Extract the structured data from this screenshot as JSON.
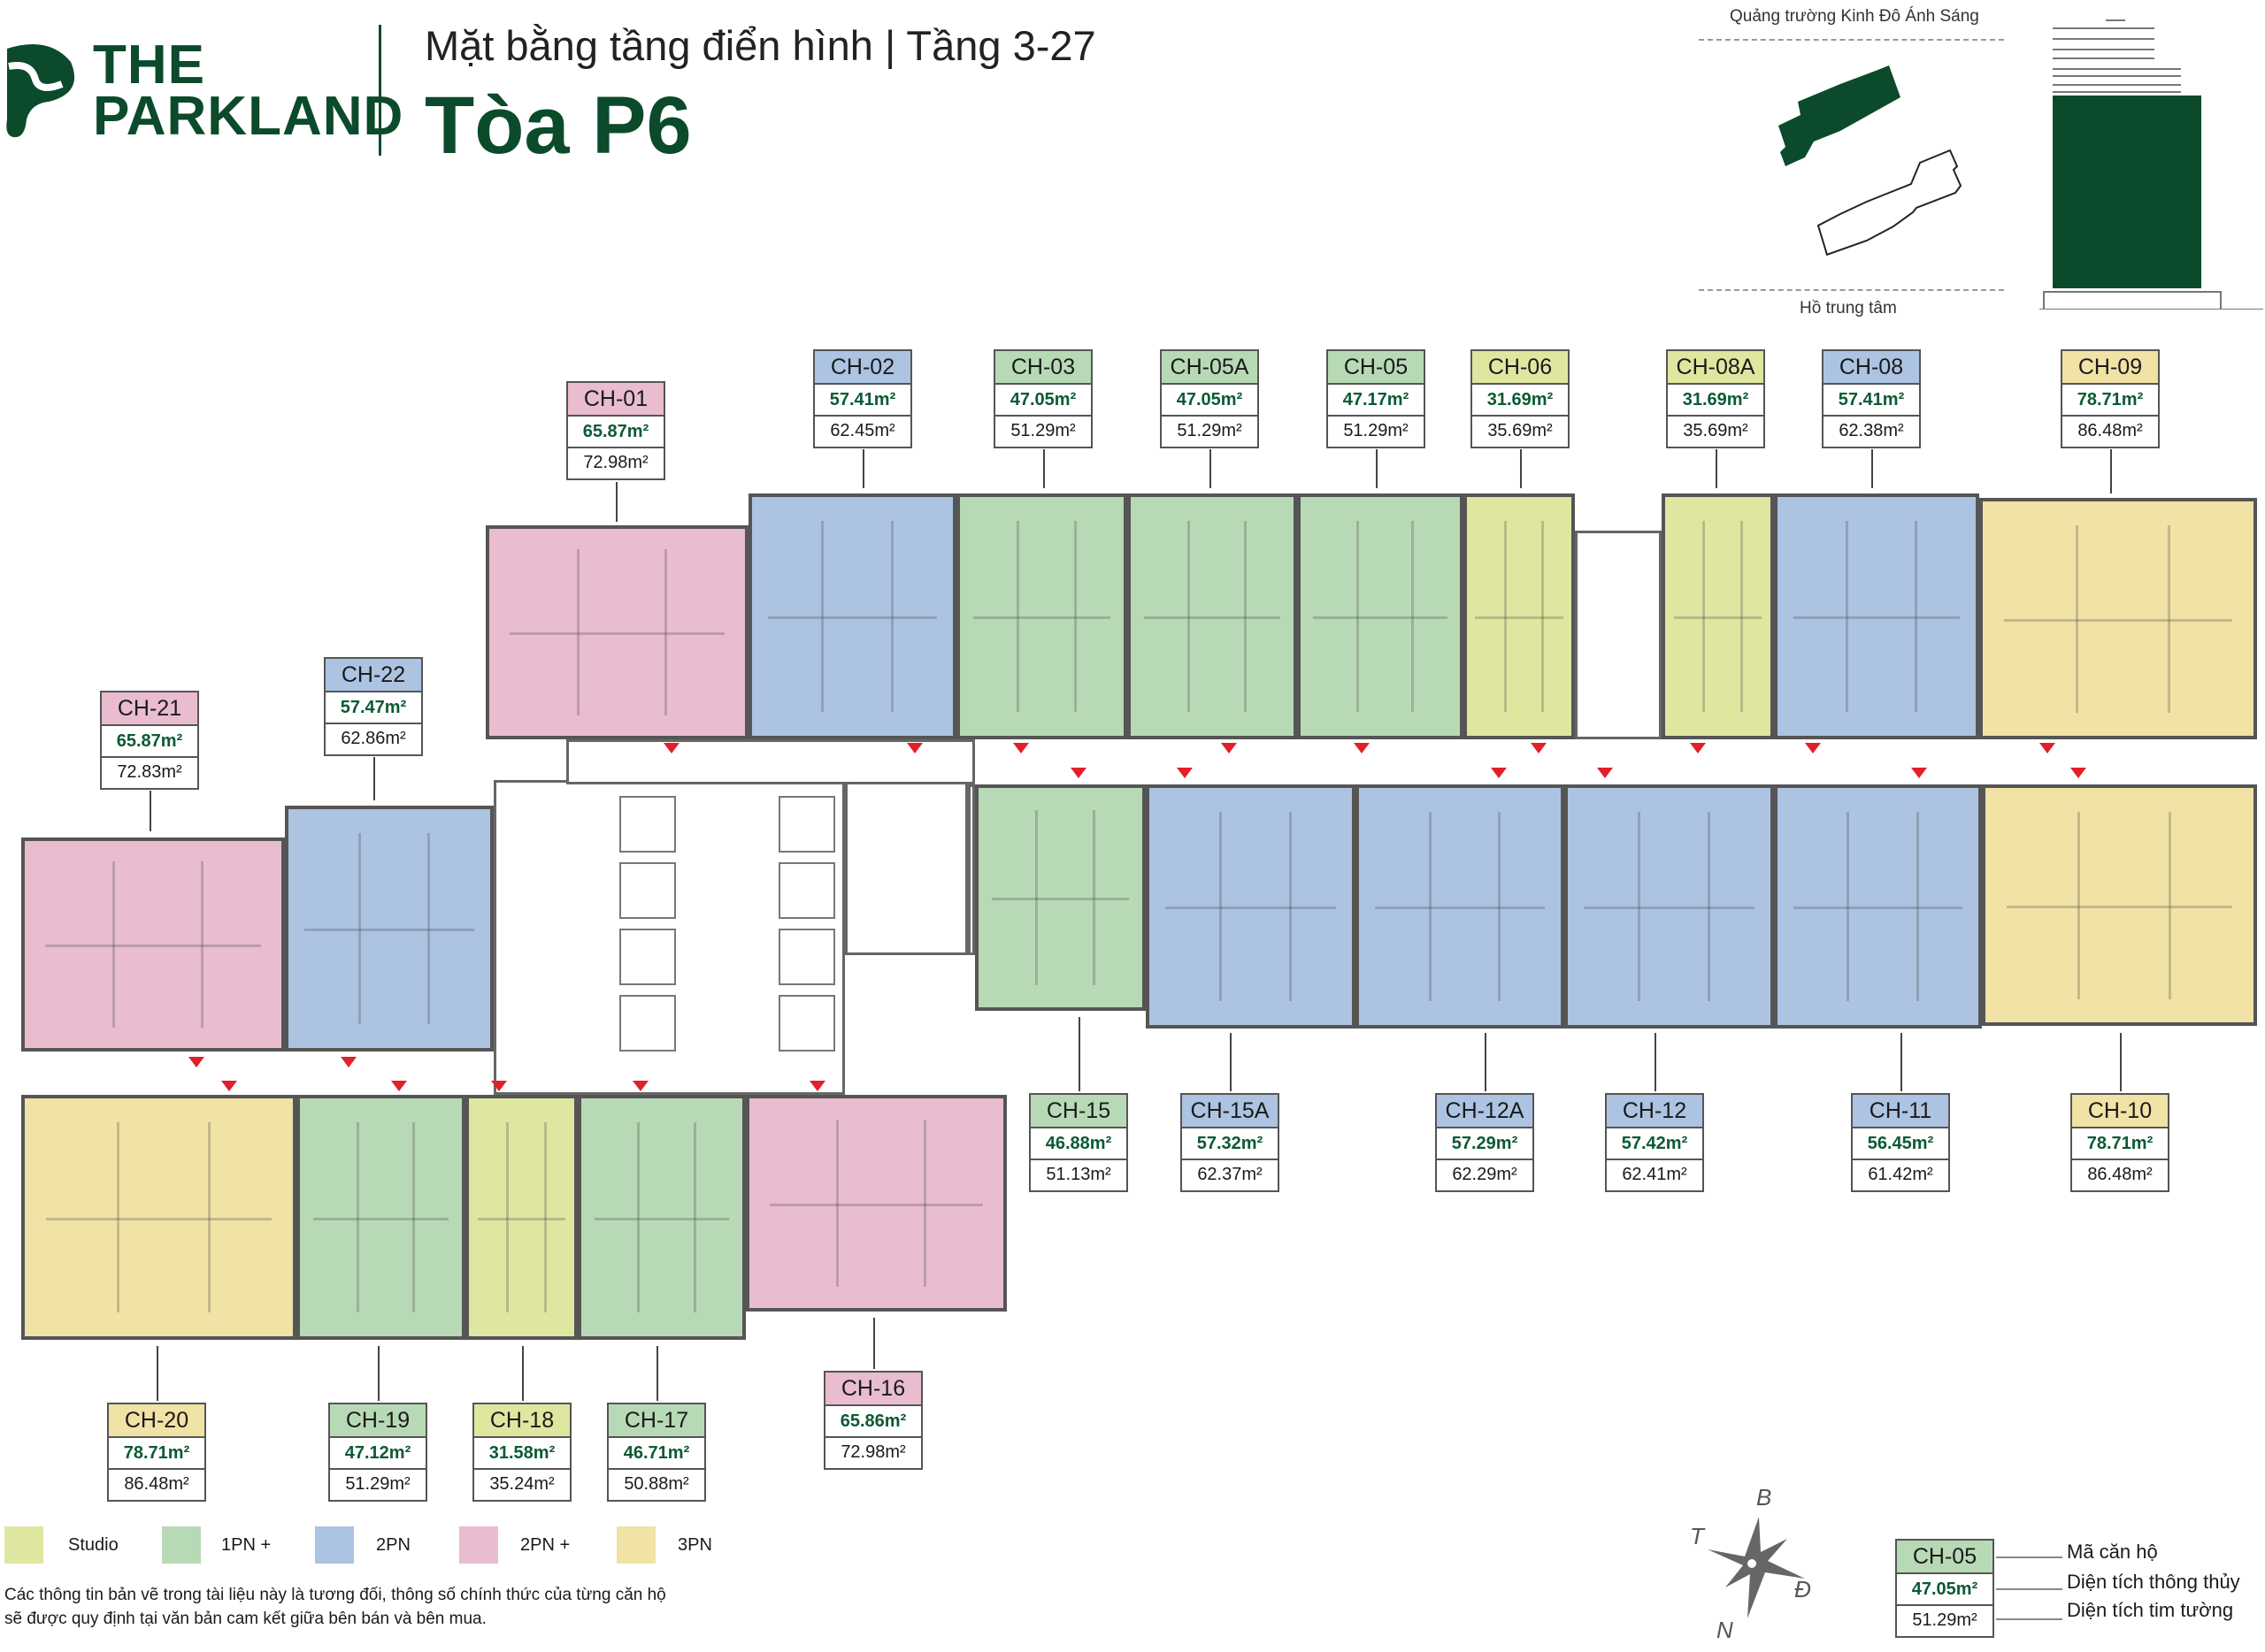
{
  "brand": {
    "name_line1": "THE",
    "name_line2": "PARKLAND"
  },
  "header": {
    "subtitle": "Mặt bằng tầng điển hình | Tầng 3-27",
    "title": "Tòa P6"
  },
  "site_plan": {
    "top_label": "Quảng trường Kinh Đô Ánh Sáng",
    "bottom_label": "Hồ trung tâm"
  },
  "colors": {
    "Studio": "#dfe6a0",
    "1PN +": "#b8d9b6",
    "2PN": "#adc3e2",
    "2PN +": "#e9bccf",
    "3PN": "#f1e2a5",
    "brand": "#0b4a2a",
    "marker": "#e0202a"
  },
  "units": [
    {
      "code": "CH-01",
      "type": "2PN +",
      "net": "65.87m²",
      "gross": "72.98m²"
    },
    {
      "code": "CH-02",
      "type": "2PN",
      "net": "57.41m²",
      "gross": "62.45m²"
    },
    {
      "code": "CH-03",
      "type": "1PN +",
      "net": "47.05m²",
      "gross": "51.29m²"
    },
    {
      "code": "CH-05A",
      "type": "1PN +",
      "net": "47.05m²",
      "gross": "51.29m²"
    },
    {
      "code": "CH-05",
      "type": "1PN +",
      "net": "47.17m²",
      "gross": "51.29m²"
    },
    {
      "code": "CH-06",
      "type": "Studio",
      "net": "31.69m²",
      "gross": "35.69m²"
    },
    {
      "code": "CH-08A",
      "type": "Studio",
      "net": "31.69m²",
      "gross": "35.69m²"
    },
    {
      "code": "CH-08",
      "type": "2PN",
      "net": "57.41m²",
      "gross": "62.38m²"
    },
    {
      "code": "CH-09",
      "type": "3PN",
      "net": "78.71m²",
      "gross": "86.48m²"
    },
    {
      "code": "CH-10",
      "type": "3PN",
      "net": "78.71m²",
      "gross": "86.48m²"
    },
    {
      "code": "CH-11",
      "type": "2PN",
      "net": "56.45m²",
      "gross": "61.42m²"
    },
    {
      "code": "CH-12",
      "type": "2PN",
      "net": "57.42m²",
      "gross": "62.41m²"
    },
    {
      "code": "CH-12A",
      "type": "2PN",
      "net": "57.29m²",
      "gross": "62.29m²"
    },
    {
      "code": "CH-15A",
      "type": "2PN",
      "net": "57.32m²",
      "gross": "62.37m²"
    },
    {
      "code": "CH-15",
      "type": "1PN +",
      "net": "46.88m²",
      "gross": "51.13m²"
    },
    {
      "code": "CH-16",
      "type": "2PN +",
      "net": "65.86m²",
      "gross": "72.98m²"
    },
    {
      "code": "CH-17",
      "type": "1PN +",
      "net": "46.71m²",
      "gross": "50.88m²"
    },
    {
      "code": "CH-18",
      "type": "Studio",
      "net": "31.58m²",
      "gross": "35.24m²"
    },
    {
      "code": "CH-19",
      "type": "1PN +",
      "net": "47.12m²",
      "gross": "51.29m²"
    },
    {
      "code": "CH-20",
      "type": "3PN",
      "net": "78.71m²",
      "gross": "86.48m²"
    },
    {
      "code": "CH-21",
      "type": "2PN +",
      "net": "65.87m²",
      "gross": "72.83m²"
    },
    {
      "code": "CH-22",
      "type": "2PN",
      "net": "57.47m²",
      "gross": "62.86m²"
    }
  ],
  "legend": [
    {
      "label": "Studio"
    },
    {
      "label": "1PN +"
    },
    {
      "label": "2PN"
    },
    {
      "label": "2PN +"
    },
    {
      "label": "3PN"
    }
  ],
  "note": {
    "line1": "Các thông tin bản vẽ trong tài liệu này là tương đối, thông số chính thức của từng căn hộ",
    "line2": "sẽ được quy định tại văn bản cam kết giữa bên bán và bên mua."
  },
  "compass": {
    "north": "B",
    "east": "Đ",
    "south": "N",
    "west": "T"
  },
  "key": {
    "code": "CH-05",
    "net": "47.05m²",
    "gross": "51.29m²",
    "code_label": "Mã căn hộ",
    "net_label": "Diện tích thông thủy",
    "gross_label": "Diện tích tim tường"
  }
}
